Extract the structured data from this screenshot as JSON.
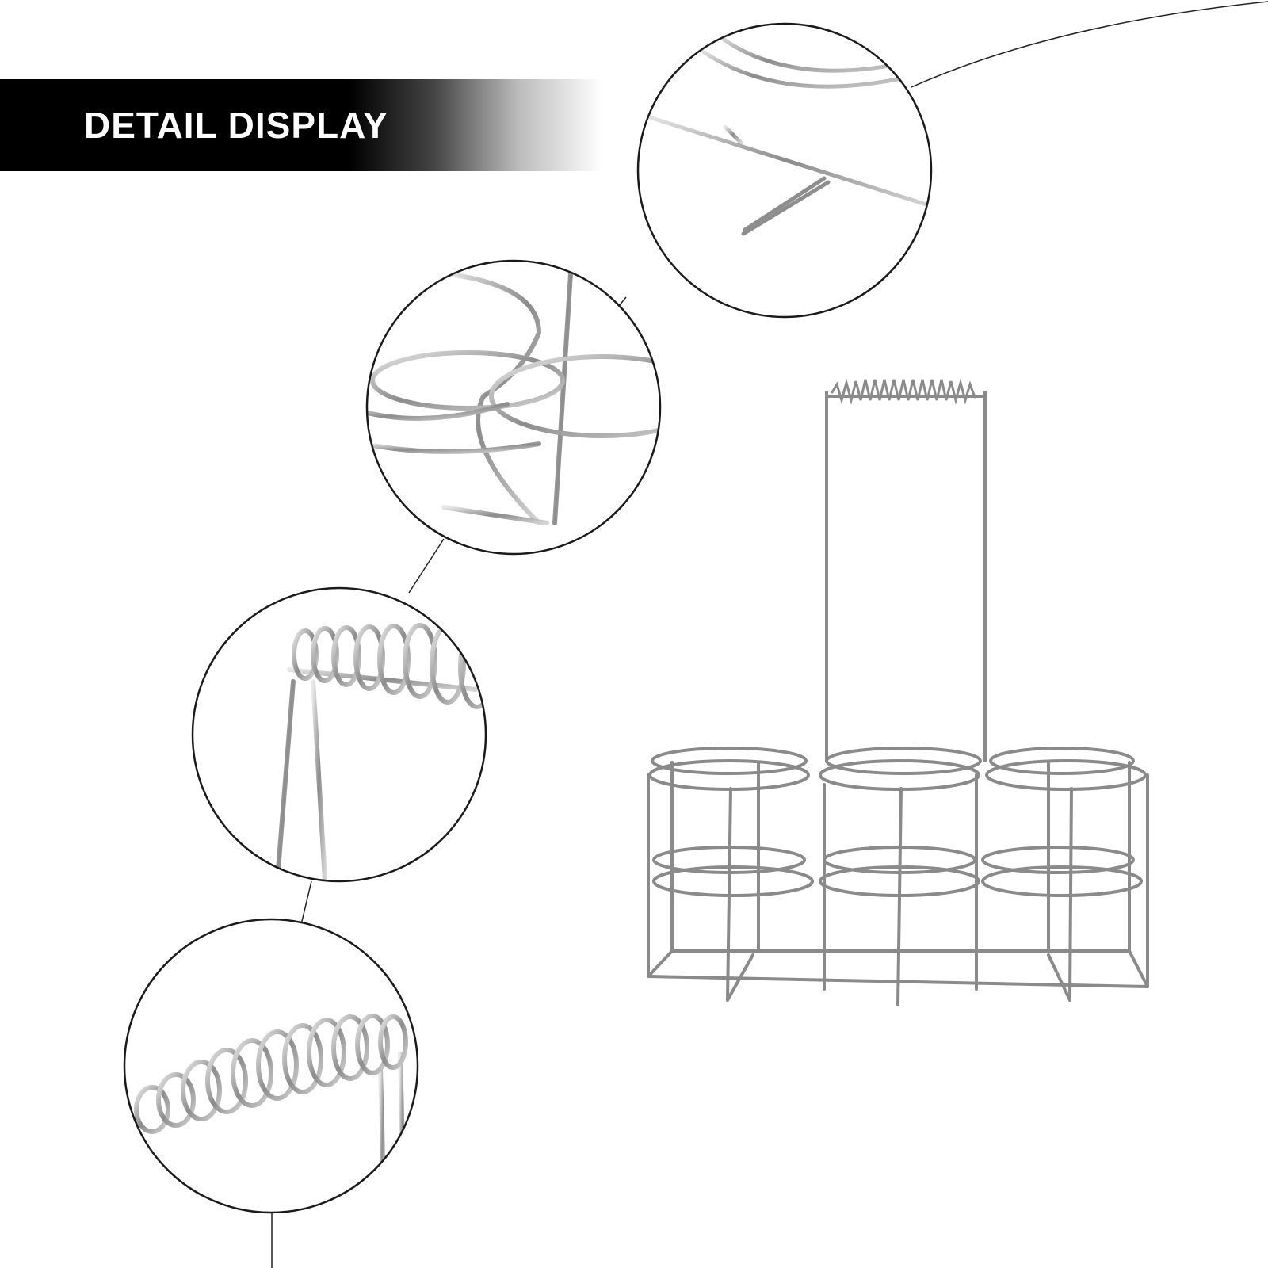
{
  "banner": {
    "title": "DETAIL DISPLAY"
  },
  "colors": {
    "banner_bg": "#000000",
    "banner_text": "#ffffff",
    "wire": "#8a8a8a",
    "outline": "#1a1a1a"
  },
  "detail_views": [
    {
      "subject": "base-frame-corner"
    },
    {
      "subject": "interlocking-rings"
    },
    {
      "subject": "spring-handle-end"
    },
    {
      "subject": "spring-handle-coil"
    }
  ],
  "product": {
    "subject": "six-bottle-wire-caddy-with-spring-handle"
  }
}
